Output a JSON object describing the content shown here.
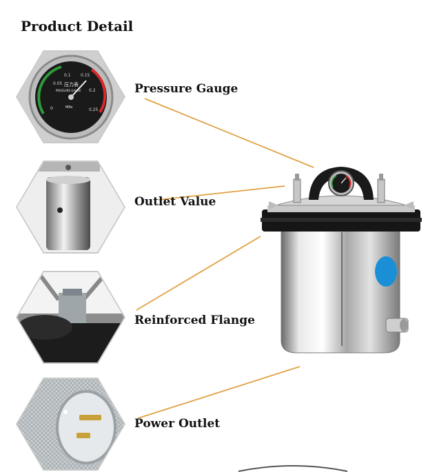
{
  "title": "Product Detail",
  "parts": [
    {
      "label": "Pressure Gauge",
      "icon": "pressure-gauge"
    },
    {
      "label": "Outlet Value",
      "icon": "outlet-valve"
    },
    {
      "label": "Reinforced Flange",
      "icon": "flange-bolt"
    },
    {
      "label": "Power Outlet",
      "icon": "power-socket"
    }
  ],
  "gauge": {
    "ticks": [
      "0",
      "0.05",
      "0.1",
      "0.15",
      "0.2",
      "0.25"
    ],
    "face_text": "压力表",
    "face_subtext": "PRESSURE GAUGE",
    "unit": "MPa"
  },
  "colors": {
    "accent_line": "#e0a040",
    "label_badge": "#1b8fd6"
  }
}
